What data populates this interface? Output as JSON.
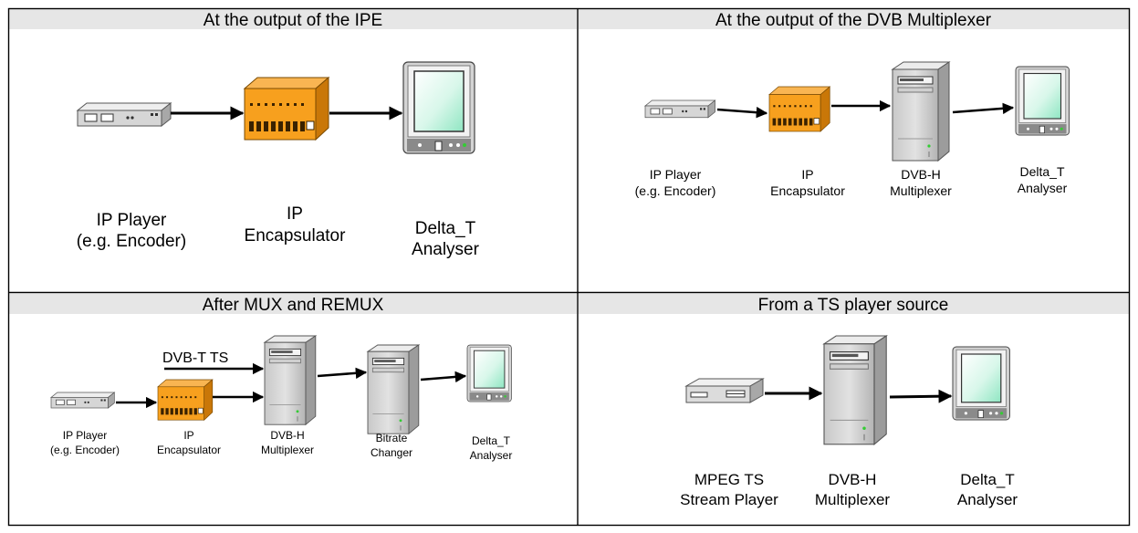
{
  "panels": [
    {
      "title": "At the output of the IPE",
      "labels": [
        [
          "IP Player",
          "(e.g. Encoder)"
        ],
        [
          "IP",
          "Encapsulator"
        ],
        [
          "Delta_T",
          "Analyser"
        ]
      ]
    },
    {
      "title": "At the output of the DVB Multiplexer",
      "labels": [
        [
          "IP Player",
          "(e.g. Encoder)"
        ],
        [
          "IP",
          "Encapsulator"
        ],
        [
          "DVB-H",
          "Multiplexer"
        ],
        [
          "Delta_T",
          "Analyser"
        ]
      ]
    },
    {
      "title": "After MUX and REMUX",
      "input_label": "DVB-T TS",
      "labels": [
        [
          "IP Player",
          "(e.g. Encoder)"
        ],
        [
          "IP",
          "Encapsulator"
        ],
        [
          "DVB-H",
          "Multiplexer"
        ],
        [
          "Bitrate",
          "Changer"
        ],
        [
          "Delta_T",
          "Analyser"
        ]
      ]
    },
    {
      "title": "From a TS player source",
      "labels": [
        [
          "MPEG TS",
          "Stream Player"
        ],
        [
          "DVB-H",
          "Multiplexer"
        ],
        [
          "Delta_T",
          "Analyser"
        ]
      ]
    }
  ],
  "colors": {
    "title_bar": "#e6e6e6",
    "encapsulator": "#f7a01e",
    "analyser_screen": "#b5f0d8",
    "device_body": "#d4d4d4"
  },
  "icons": [
    "ip-player-icon",
    "encapsulator-icon",
    "multiplexer-icon",
    "analyser-icon",
    "ts-player-icon"
  ]
}
